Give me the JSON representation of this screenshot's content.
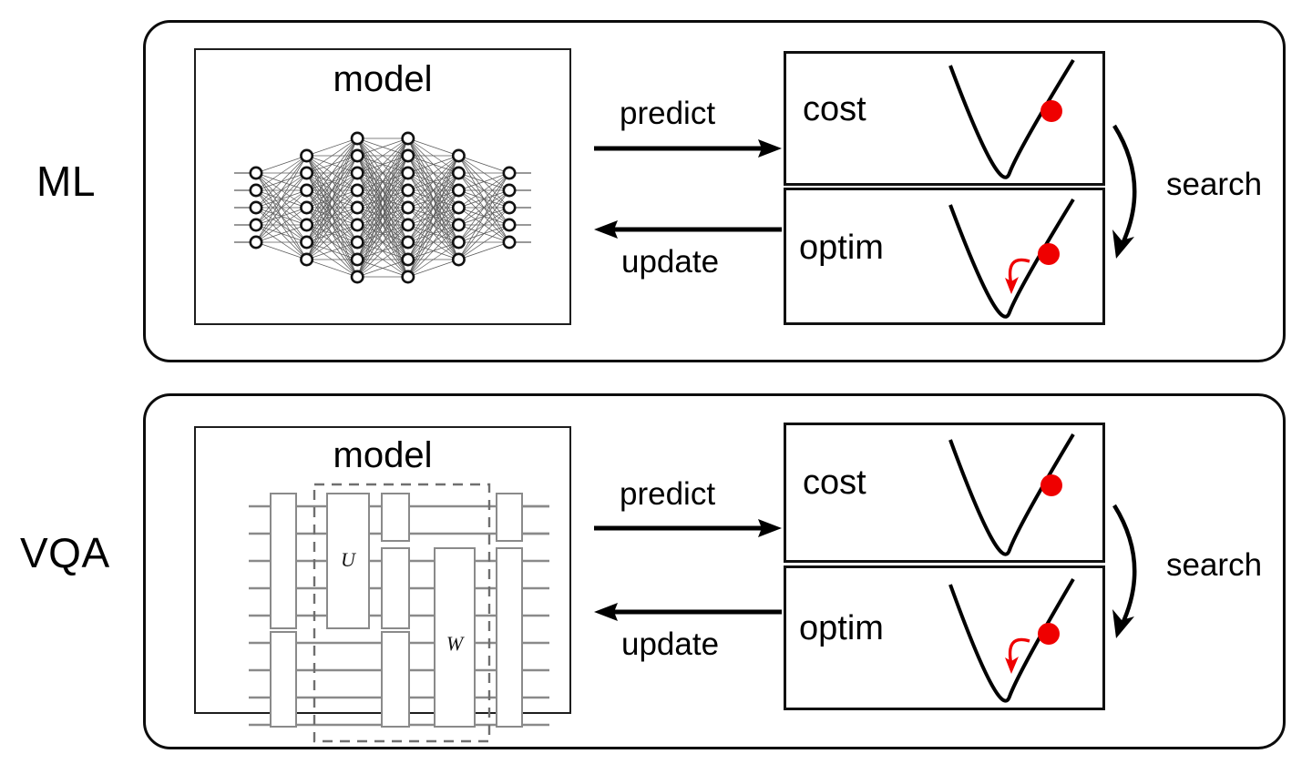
{
  "figure": {
    "type": "diagram",
    "description": "Two-row comparison diagram of the Machine Learning training loop and the Variational Quantum Algorithm loop",
    "rows": [
      {
        "id": "ml",
        "row_label": "ML",
        "model_panel": {
          "title": "model",
          "content": "neural-network",
          "network": {
            "layer_sizes": [
              5,
              7,
              9,
              9,
              7,
              5
            ],
            "node_style": "open-circle",
            "fully_connected": true
          }
        },
        "cost_panel": {
          "title": "cost",
          "curve": "parabola",
          "marker": "red-dot",
          "marker_side": "right"
        },
        "optim_panel": {
          "title": "optim",
          "curve": "parabola",
          "marker": "red-dot",
          "marker_side": "right",
          "annotation": "red-curved-arrow-downhill"
        },
        "arrows": {
          "forward": {
            "label": "predict",
            "direction": "right",
            "label_position": "above"
          },
          "backward": {
            "label": "update",
            "direction": "left",
            "label_position": "below"
          },
          "side": {
            "label": "search",
            "direction": "down",
            "style": "curved"
          }
        }
      },
      {
        "id": "vqa",
        "row_label": "VQA",
        "model_panel": {
          "title": "model",
          "content": "quantum-circuit",
          "circuit": {
            "wires": 9,
            "named_gates": [
              "U",
              "W"
            ],
            "dashed_block": true
          }
        },
        "cost_panel": {
          "title": "cost",
          "curve": "parabola",
          "marker": "red-dot",
          "marker_side": "right"
        },
        "optim_panel": {
          "title": "optim",
          "curve": "parabola",
          "marker": "red-dot",
          "marker_side": "right",
          "annotation": "red-curved-arrow-downhill"
        },
        "arrows": {
          "forward": {
            "label": "predict",
            "direction": "right",
            "label_position": "above"
          },
          "backward": {
            "label": "update",
            "direction": "left",
            "label_position": "below"
          },
          "side": {
            "label": "search",
            "direction": "down",
            "style": "curved"
          }
        }
      }
    ],
    "colors": {
      "outline": "#0c0c0c",
      "box_border": "#111111",
      "marker": "#ef0000",
      "wire": "#7a7a7a",
      "background": "#ffffff"
    }
  }
}
